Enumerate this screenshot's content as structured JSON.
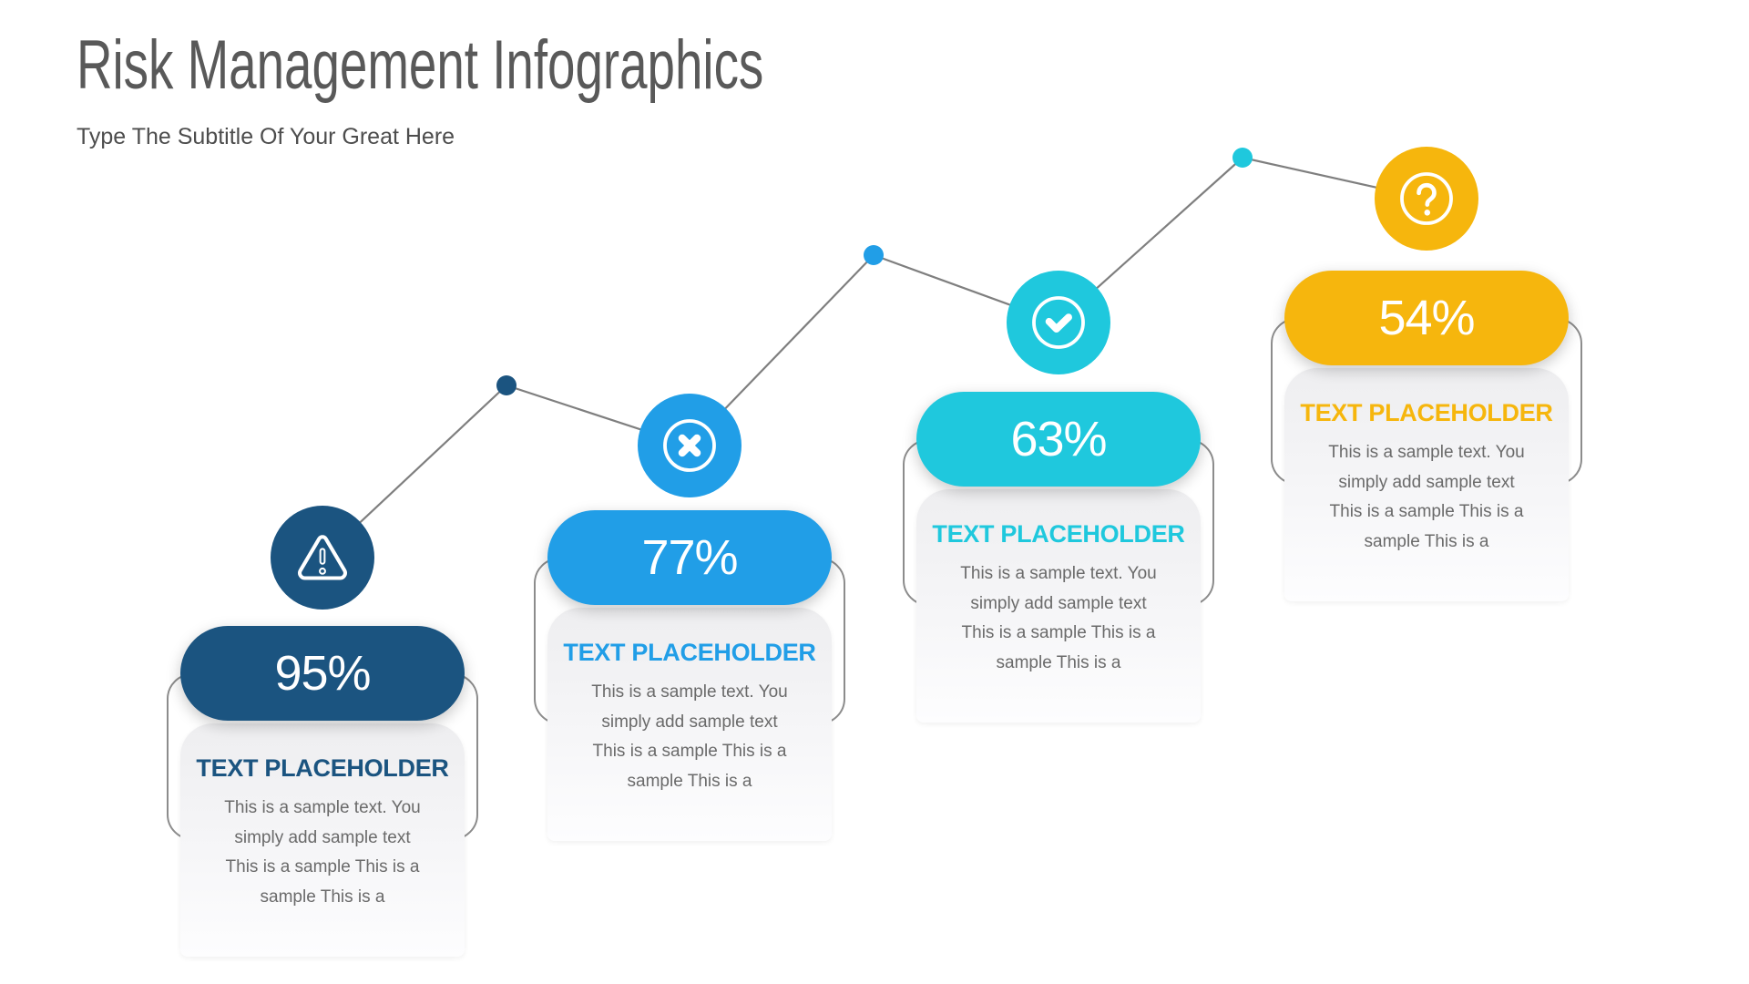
{
  "slide": {
    "title": "Risk Management Infographics",
    "subtitle": "Type The Subtitle Of Your Great Here"
  },
  "colors": {
    "title_text": "#595959",
    "subtitle_text": "#4d4d4d",
    "body_text": "#6a6a6a",
    "trend_line": "#7f7f7f",
    "bracket_outline": "#8c8c8c",
    "navy": "#1b5480",
    "blue": "#219ee7",
    "cyan": "#1fc8dd",
    "yellow": "#f6b60d"
  },
  "columns": [
    {
      "icon": "warning-triangle-icon",
      "color": "#1b5480",
      "percent_label": "95%",
      "value": 95,
      "heading": "TEXT PLACEHOLDER",
      "body_lines": [
        "This is a sample text. You",
        "simply add sample text",
        "This is a sample This is a",
        "sample This is a"
      ]
    },
    {
      "icon": "cross-circle-icon",
      "color": "#219ee7",
      "percent_label": "77%",
      "value": 77,
      "heading": "TEXT PLACEHOLDER",
      "body_lines": [
        "This is a sample text. You",
        "simply add sample text",
        "This is a sample This is a",
        "sample This is a"
      ]
    },
    {
      "icon": "check-circle-icon",
      "color": "#1fc8dd",
      "percent_label": "63%",
      "value": 63,
      "heading": "TEXT PLACEHOLDER",
      "body_lines": [
        "This is a sample text. You",
        "simply add sample text",
        "This is a sample This is a",
        "sample This is a"
      ]
    },
    {
      "icon": "question-circle-icon",
      "color": "#f6b60d",
      "percent_label": "54%",
      "value": 54,
      "heading": "TEXT PLACEHOLDER",
      "body_lines": [
        "This is a sample text. You",
        "simply add sample text",
        "This is a sample This is a",
        "sample This is a"
      ]
    }
  ]
}
